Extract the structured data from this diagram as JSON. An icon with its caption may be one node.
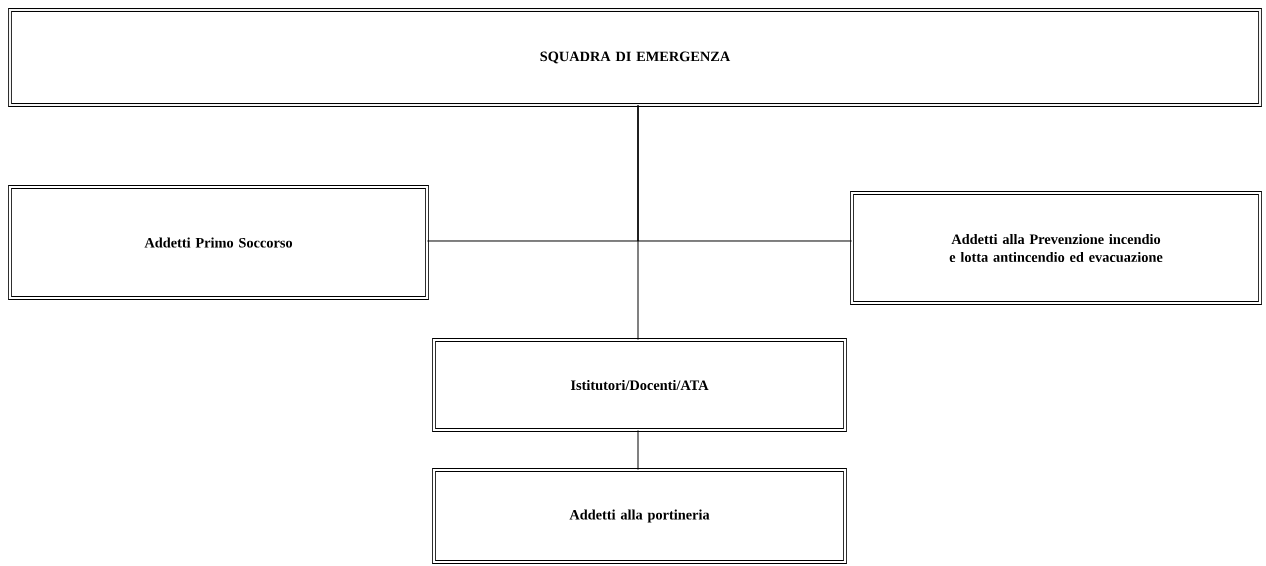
{
  "diagram": {
    "nodes": [
      {
        "text": [
          "SQUADRA DI EMERGENZA"
        ]
      },
      {
        "text": [
          "Addetti Primo Soccorso"
        ]
      },
      {
        "text": [
          "Addetti alla Prevenzione incendio e lotta antincendio ed evacuazione"
        ]
      },
      {
        "text": [
          "Istitutori/Docenti/ATA"
        ]
      },
      {
        "text": [
          "Addetti alla portineria"
        ]
      }
    ],
    "edges": [
      {
        "from": 0,
        "to": 1,
        "arrow": "none"
      },
      {
        "from": 0,
        "to": 2,
        "arrow": "none"
      },
      {
        "from": 0,
        "to": 3,
        "arrow": "none"
      },
      {
        "from": 3,
        "to": 4,
        "arrow": "none"
      }
    ]
  }
}
